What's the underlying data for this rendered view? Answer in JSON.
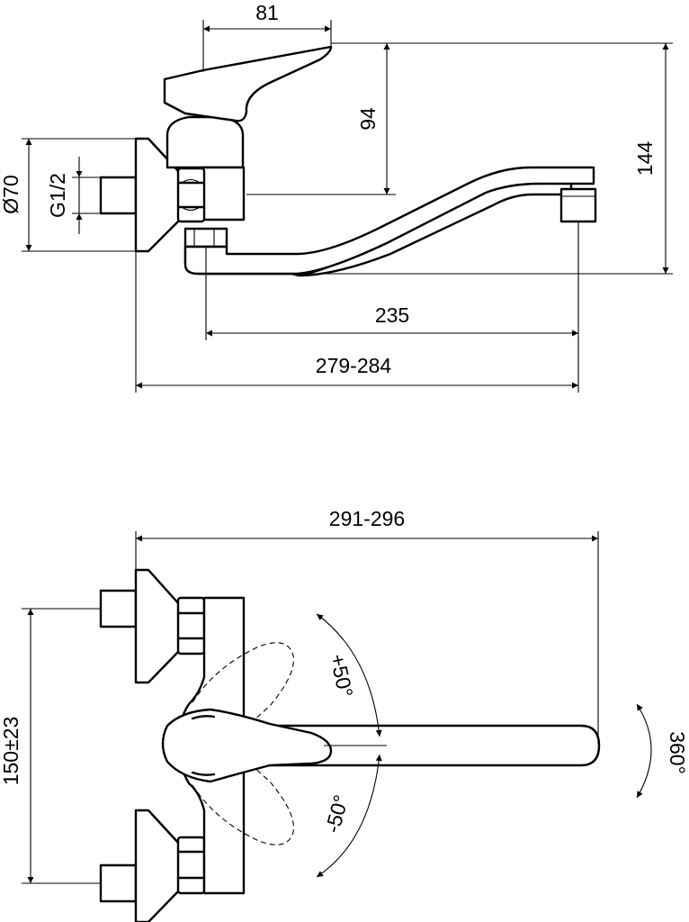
{
  "side_view": {
    "dim_lever_width": "81",
    "dim_lever_height": "94",
    "dim_total_height": "144",
    "dim_flange_diameter": "Ø70",
    "dim_thread": "G1/2",
    "dim_spout_reach": "235",
    "dim_total_length": "279-284"
  },
  "top_view": {
    "dim_total_length": "291-296",
    "dim_inlet_centers": "150±23",
    "angle_plus": "+50°",
    "angle_minus": "-50°",
    "spout_rotation": "360°"
  }
}
